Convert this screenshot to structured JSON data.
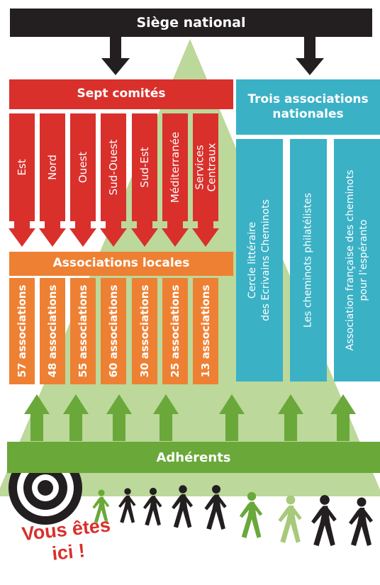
{
  "headquarters": {
    "label": "Siège national"
  },
  "committees": {
    "title": "Sept comités",
    "items": [
      "Est",
      "Nord",
      "Ouest",
      "Sud-Ouest",
      "Sud-Est",
      "Méditerranée",
      "Services\nCentraux"
    ]
  },
  "national_associations": {
    "title": "Trois associations\nnationales",
    "items": [
      "Cercle littéraire\ndes Ecrivains Cheminots",
      "Les cheminots philatélistes",
      "Association française des cheminots\npour l'espéranto"
    ]
  },
  "local_associations": {
    "title": "Associations locales",
    "items": [
      "57 associations",
      "48 associations",
      "55 associations",
      "60 associations",
      "30 associations",
      "25 associations",
      "13 associations"
    ]
  },
  "members": {
    "label": "Adhérents"
  },
  "you_are_here": {
    "line1": "Vous êtes",
    "line2": "ici !"
  },
  "colors": {
    "red": "#d9302c",
    "orange": "#ee8033",
    "teal": "#3bb1c6",
    "green": "#6aa83a",
    "light_green": "#a7c97a",
    "dark": "#231f20"
  },
  "icons": [
    "down-arrow-icon",
    "up-arrow-icon",
    "target-icon",
    "walking-person-icon"
  ]
}
